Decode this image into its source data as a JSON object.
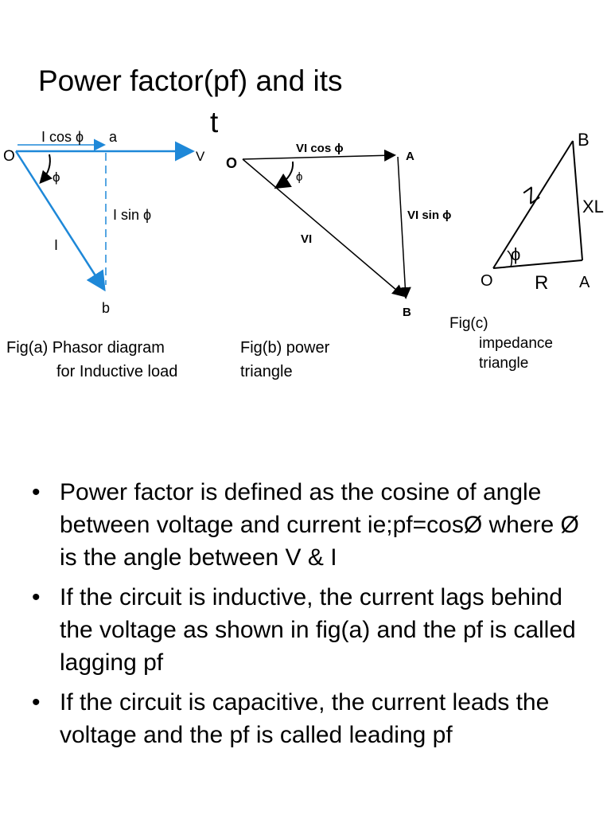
{
  "slide": {
    "title": "Power factor(pf) and its",
    "title_fragment": "t"
  },
  "figures": {
    "fig_a": {
      "label_origin": "O",
      "label_icos": "I cos ϕ",
      "label_a": "a",
      "label_v": "V",
      "label_phi": "ϕ",
      "label_isin": "I sin ϕ",
      "label_i": "I",
      "label_b": "b",
      "caption_line1": "Fig(a) Phasor diagram",
      "caption_line2": "for  Inductive load"
    },
    "fig_b": {
      "label_origin": "O",
      "label_vicos": "VI cos ϕ",
      "label_a": "A",
      "label_phi": "ϕ",
      "label_visin": "VI sin ϕ",
      "label_vi": "VI",
      "label_b": "B",
      "caption_line1": "Fig(b) power",
      "caption_line2": "triangle"
    },
    "fig_c": {
      "label_b": "B",
      "label_z": "Z",
      "label_xl": "XL",
      "label_phi": "ϕ",
      "label_o": "O",
      "label_r": "R",
      "label_a": "A",
      "caption_line1": "Fig(c)",
      "caption_line2": "impedance",
      "caption_line3": "triangle"
    }
  },
  "bullets": [
    "Power factor is defined as the cosine of angle  between voltage and current ie;pf=cosØ  where Ø is the angle between V & I",
    "If the circuit is inductive, the current lags behind the voltage as shown in fig(a) and the  pf is called lagging pf",
    "If the circuit is capacitive, the current leads  the voltage and the pf is called leading pf"
  ],
  "bullet_symbol": "•",
  "colors": {
    "phasor_blue": "#1e88d8",
    "ink": "#000000"
  }
}
